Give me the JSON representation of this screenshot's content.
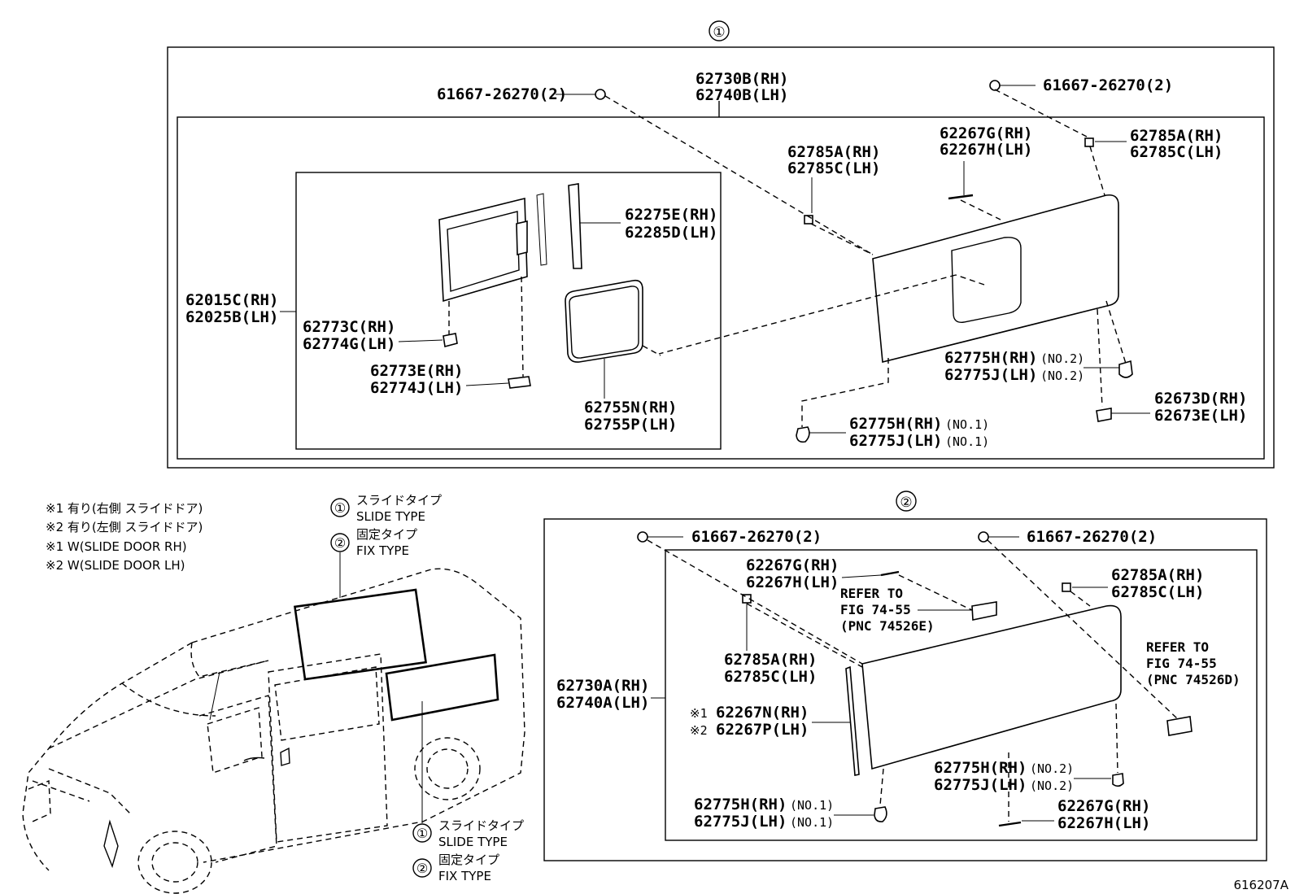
{
  "figure_id": "616207A",
  "legend": {
    "lines": [
      "※1 有り(右側 スライドドア)",
      "※2 有り(左側 スライドドア)",
      "※1 W(SLIDE DOOR RH)",
      "※2 W(SLIDE DOOR LH)"
    ],
    "type1": {
      "num": "①",
      "jp": "スライドタイプ",
      "en": "SLIDE TYPE"
    },
    "type2": {
      "num": "②",
      "jp": "固定タイプ",
      "en": "FIX TYPE"
    }
  },
  "section1": {
    "marker": "①",
    "labels": {
      "clip_left": "61667-26270(2)",
      "clip_right": "61667-26270(2)",
      "panel_rh": "62730B(RH)",
      "panel_lh": "62740B(LH)",
      "pad_mid_rh": "62785A(RH)",
      "pad_mid_lh": "62785C(LH)",
      "mold_rh": "62267G(RH)",
      "mold_lh": "62267H(LH)",
      "pad_r_rh": "62785A(RH)",
      "pad_r_lh": "62785C(LH)",
      "slide_rh": "62275E(RH)",
      "slide_lh": "62285D(LH)",
      "assy_rh": "62015C(RH)",
      "assy_lh": "62025B(LH)",
      "br1_rh": "62773C(RH)",
      "br1_lh": "62774G(LH)",
      "br2_rh": "62773E(RH)",
      "br2_lh": "62774J(LH)",
      "seal_rh": "62755N(RH)",
      "seal_lh": "62755P(LH)",
      "c2_rh": "62775H(RH)",
      "c2_lh": "62775J(LH)",
      "no2": "(NO.2)",
      "stop_rh": "62673D(RH)",
      "stop_lh": "62673E(LH)",
      "c1_rh": "62775H(RH)",
      "c1_lh": "62775J(LH)",
      "no1": "(NO.1)"
    }
  },
  "section2": {
    "marker": "②",
    "labels": {
      "clip_left": "61667-26270(2)",
      "clip_right": "61667-26270(2)",
      "mold_top_rh": "62267G(RH)",
      "mold_top_lh": "62267H(LH)",
      "refer1_a": "REFER TO",
      "refer1_b": "FIG 74-55",
      "refer1_c": "(PNC 74526E)",
      "pad_r_rh": "62785A(RH)",
      "pad_r_lh": "62785C(LH)",
      "refer2_a": "REFER TO",
      "refer2_b": "FIG 74-55",
      "refer2_c": "(PNC 74526D)",
      "pad_l_rh": "62785A(RH)",
      "pad_l_lh": "62785C(LH)",
      "panel_rh": "62730A(RH)",
      "panel_lh": "62740A(LH)",
      "w1": "※1",
      "w2": "※2",
      "strip_rh": "62267N(RH)",
      "strip_lh": "62267P(LH)",
      "c2_rh": "62775H(RH)",
      "c2_lh": "62775J(LH)",
      "no2": "(NO.2)",
      "c1_rh": "62775H(RH)",
      "c1_lh": "62775J(LH)",
      "no1": "(NO.1)",
      "mold_bot_rh": "62267G(RH)",
      "mold_bot_lh": "62267H(LH)"
    }
  }
}
